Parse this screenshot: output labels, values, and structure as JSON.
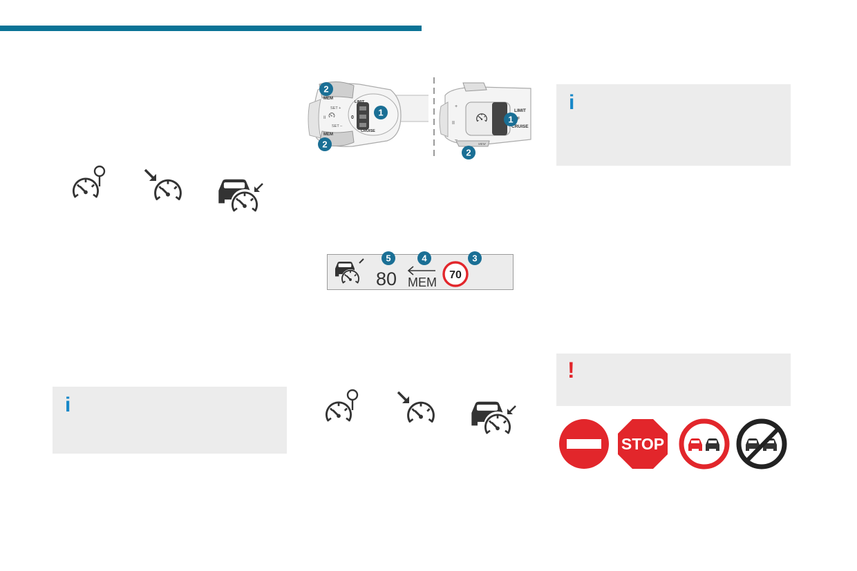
{
  "stalk_left": {
    "labels": {
      "mem": "MEM",
      "set_plus": "SET +",
      "set_minus": "SET –",
      "zero": "0",
      "limit": "LIMIT",
      "cruise": "CRUISE",
      "pause": "II"
    },
    "callouts": [
      "2",
      "1",
      "2"
    ]
  },
  "stalk_right": {
    "labels": {
      "limit": "LIMIT",
      "off": "OFF",
      "cruise": "CRUISE",
      "mem": "MEM",
      "plus": "+",
      "minus": "–",
      "pause": "II"
    },
    "callouts": [
      "1",
      "2"
    ]
  },
  "display": {
    "speed": "80",
    "mem_label": "MEM",
    "limit_sign_value": "70",
    "callouts": [
      "5",
      "4",
      "3"
    ]
  },
  "info_boxes": {
    "icon": "i"
  },
  "warning_box": {
    "icon": "!"
  },
  "road_signs": {
    "stop_label": "STOP"
  },
  "icons": [
    "speed-limiter-icon",
    "cruise-control-icon",
    "adaptive-cruise-control-icon"
  ],
  "colors": {
    "accent": "#0a7396",
    "callout": "#1a6f95",
    "info": "#1687c8",
    "warning": "#e2262b",
    "sign_red": "#e2262b",
    "box_bg": "#ececec"
  }
}
